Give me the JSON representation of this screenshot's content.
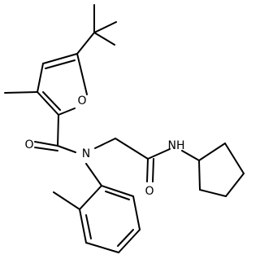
{
  "molecule": {
    "atoms": {
      "furan_o": "O",
      "amide_o": "O",
      "amide_n": "N",
      "glycine_o": "O",
      "glycine_nh": "NH"
    }
  },
  "colors": {
    "bond": "#000000",
    "label": "#000000",
    "background": "#ffffff"
  }
}
